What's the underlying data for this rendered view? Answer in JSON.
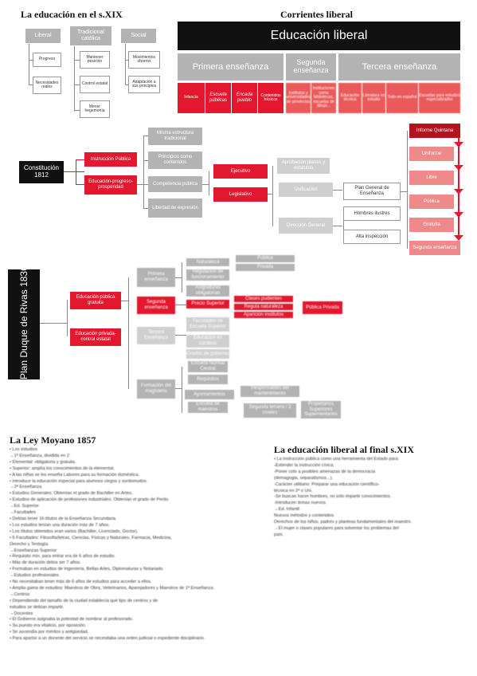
{
  "headings": {
    "xix": "La educación en el s.XIX",
    "corrientes": "Corrientes liberal",
    "moyano": "La Ley Moyano 1857",
    "final": "La educación liberal al final s.XIX"
  },
  "corrientes_left": {
    "cols": [
      "Liberal",
      "Tradicional católica",
      "Social"
    ],
    "liberal_items": [
      "Progreso",
      "Necesidades reales"
    ],
    "tradicional_items": [
      "Mantener posición",
      "Control estatal",
      "Menor hegemonía"
    ],
    "social_items": [
      "Movimientos obreros",
      "Adaptación a sus principios"
    ]
  },
  "edu_liberal": {
    "title": "Educación liberal",
    "levels": [
      "Primera enseñanza",
      "Segunda enseñanza",
      "Tercera enseñanza"
    ],
    "sub_primera": [
      "Infancia",
      "Escuela públicas",
      "Encada pueblo",
      "Contenidos básicos"
    ],
    "sub_segunda": [
      "Institutos y universidades de provincias",
      "Instituciones como bibliotecas, escuelas de dibujo..."
    ],
    "sub_tercera": [
      "Educación técnica",
      "Literatura en estudio",
      "Todo en español",
      "Escuelas para estudios especializados"
    ]
  },
  "constitucion": {
    "label": "Constitución 1812",
    "instr": "Instrucción Pública",
    "edu": "Educación-progreso-prosperidad",
    "branches": [
      "Misma estructura tradicional",
      "Principios como contenidos",
      "Competencia pública",
      "Libertad de expresión"
    ],
    "poderes": [
      "Ejecutivo",
      "Legislativo"
    ],
    "mid": [
      "Aprobación planes y estatutos",
      "Unificación",
      "Dirección General"
    ],
    "plan": "Plan General de Enseñanza",
    "right_white": [
      "Hombres ilustres",
      "Alta inspección"
    ],
    "informe": "Informe Quintana",
    "informe_items": [
      "Uniforme",
      "Libre",
      "Pública",
      "Gratuita",
      "Segunda enseñanza"
    ]
  },
  "rivas": {
    "label": "Plan Duque de Rivas 1836",
    "left": [
      "Educación pública gratuita",
      "Educación privada-control estatal"
    ],
    "mid": [
      "Primera enseñanza",
      "Segunda enseñanza",
      "Tercera Enseñanza",
      "Formación del magisterio"
    ],
    "primera_sub": [
      "Naturaleza",
      "Regulación de funcionamiento",
      "Asignaturas obligatorias"
    ],
    "primera_right": [
      "Pública",
      "Privada"
    ],
    "segunda_sub": [
      "Precio Superior"
    ],
    "segunda_right": [
      "Clases pudientes",
      "Regula naturaleza",
      "Aparición institutos"
    ],
    "segunda_far": [
      "Pública Privada"
    ],
    "tercera_sub": [
      "Facultades de Escuela Superior",
      "Educación en cambios",
      "Grados de gobierno"
    ],
    "magisterio_sub": [
      "Escuela Normal Central",
      "Requisitos",
      "Ayuntamientos",
      "Escuela de maestros"
    ],
    "magisterio_right": [
      "Responsables del mantenimiento",
      "Segunda tercera / 3 niveles",
      "Propietarios Superiores Suplementarios"
    ]
  },
  "moyano_text": [
    "• Los estudios",
    "→1ª Enseñanza, dividida en 2:",
    "   • Elemental: obligatoria y gratuita.",
    "   • Superior: amplía los conocimientos de la elemental.",
    "   • A las niñas se les enseña Labores para su formación doméstica.",
    "   • Introduce la educación especial para alumnos ciegos y sordomudos.",
    "→2ª Enseñanza",
    "   • Estudios Generales: Obtenían el grado de Bachiller en Artes.",
    "   • Estudios de aplicación de profesiones industriales: Obtenían el grado de Perito.",
    "→Ed. Superior",
    "→Facultades",
    "   • Debías tener 16 títulos de la Enseñanza Secundaria.",
    "   • Los estudios tenían una duración más de 7 años.",
    "   • Los títulos obtenidos eran varios (Bachiller, Licenciado, Doctor).",
    "   • 6 Facultades: Filosofía/letras, Ciencias, Físicas y Naturales, Farmacia, Medicina,",
    "     Derecho y Teología.",
    "→Enseñanzas Superior",
    "   • Requisito mín. para entrar era de 6 años de estudio.",
    "   • Más de duración debía ser 7 años.",
    "   • Formaban en estudios de Ingeniería, Bellas Artes, Diplomaturas y Notariado.",
    "→Estudios profesionales",
    "   • No necesitaban tener más de 6 años de estudios para acceder a ellos.",
    "   • Amplia gama de estudios: Maestros de Obra, Veterinarios, Aparejadores y Maestros de 1ª Enseñanza.",
    "→Centros",
    "   • Dependiendo del tamaño de la ciudad establecía qué tipo de centros y de",
    "     estudios se debían impartir.",
    "→Docentes",
    "   • El Gobierno asignaba la potestad de nombrar al profesorado.",
    "   • Su puesto era vitalicio, por oposición.",
    "   • Se ascendía por méritos y antigüedad.",
    "   • Para apartar a un docente del servicio se necesitaba una orden judicial o expediente disciplinario."
  ],
  "final_text": [
    "• La instrucción pública como una herramienta del Estado para:",
    "   -Extender la instrucción cívica.",
    "   -Poner coto a posibles amenazas de la democracia",
    "(demagogia, separatismos...).",
    "   -Carácter utilitario: Preparar una educación científico-",
    "técnica en 2ª o Uni.",
    "   -Se buscan hacer hombres, no sólo impartir conocimientos.",
    "   -Introducen temas nuevos.",
    "→Ed. Infantil",
    "Nuevos métodos y contenidos.",
    "Derechos de los niños, padres y planteas fundamentales del maestro.",
    "→El mujer o clases populares para solventar los problemas del",
    "país."
  ]
}
